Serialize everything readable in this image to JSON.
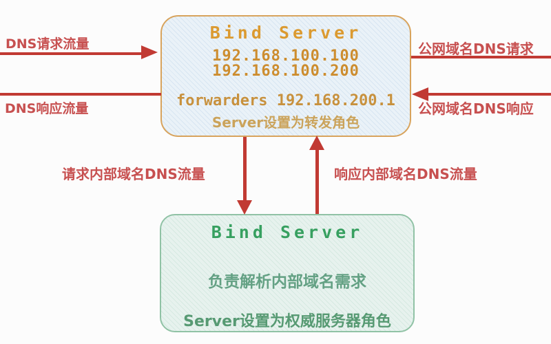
{
  "top_box": {
    "title": "Bind Server",
    "ip1": "192.168.100.100",
    "ip2": "192.168.100.200",
    "forwarders": "forwarders 192.168.200.1",
    "role": "Server设置为转发角色",
    "border_color": "#d8a35c",
    "fill_color": "#eaf2f8",
    "title_color": "#db9a30"
  },
  "bottom_box": {
    "title": "Bind Server",
    "desc": "负责解析内部域名需求",
    "role": "Server设置为权威服务器角色",
    "border_color": "#90c2a5",
    "fill_color": "#e7f2ee",
    "title_color": "#37a060"
  },
  "edge_labels": {
    "left_request": "DNS请求流量",
    "left_response": "DNS响应流量",
    "right_request": "公网域名DNS请求",
    "right_response": "公网域名DNS响应",
    "mid_request": "请求内部域名DNS流量",
    "mid_response": "响应内部域名DNS流量"
  },
  "arrow_color": "#c13a33",
  "label_color": "#c75050"
}
